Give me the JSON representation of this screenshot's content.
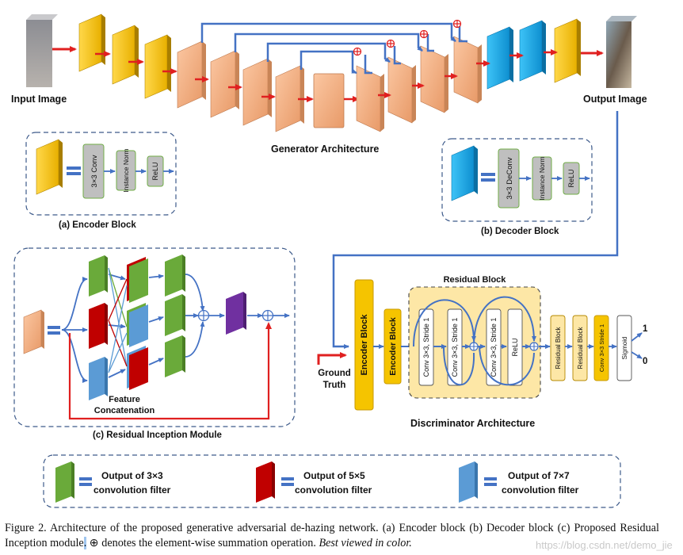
{
  "generator": {
    "input_label": "Input Image",
    "output_label": "Output Image",
    "title": "Generator Architecture"
  },
  "encoder_block": {
    "op1": "3×3 Conv",
    "op2": "Instance Norm",
    "op3": "ReLU",
    "caption": "(a) Encoder Block"
  },
  "decoder_block": {
    "op1": "3×3 DeConv",
    "op2": "Instance Norm",
    "op3": "ReLU",
    "caption": "(b) Decoder Block"
  },
  "inception": {
    "feature_concat_1": "Feature",
    "feature_concat_2": "Concatenation",
    "caption": "(c) Residual Inception Module"
  },
  "discriminator": {
    "ground_truth_1": "Ground",
    "ground_truth_2": "Truth",
    "encoder1": "Encoder Block",
    "encoder2": "Encoder Block",
    "residual_title": "Residual Block",
    "rb_conv1": "Conv 3×3, Stride 1",
    "rb_conv2": "Conv 3×3, Stride 1",
    "rb_conv3": "Conv 3×3, Stride 1",
    "rb_relu": "ReLU",
    "res1": "Residual Block",
    "res2": "Residual Block",
    "conv_final": "Conv 3×3 Stride 1",
    "sigmoid": "Sigmoid",
    "out1": "1",
    "out0": "0",
    "title": "Discriminator Architecture"
  },
  "legend": {
    "green_1": "Output of 3×3",
    "green_2": "convolution filter",
    "red_1": "Output of 5×5",
    "red_2": "convolution filter",
    "blue_1": "Output of 7×7",
    "blue_2": "convolution filter"
  },
  "caption": {
    "part1": "Figure 2. Architecture of the proposed generative adversarial de-hazing network.  (a) Encoder block (b) Decoder block (c) Proposed Residual Inception module",
    "highlight": ".",
    "part2": " denotes the element-wise summation operation.",
    "italic": "Best viewed in color."
  },
  "watermark": "https://blog.csdn.net/demo_jie",
  "colors": {
    "encoder": "#f5c400",
    "encoder_side": "#c99a00",
    "peach": "#f4b083",
    "peach_side": "#d68a5c",
    "decoder": "#1aa8e8",
    "green": "#6aaa3a",
    "red": "#c00000",
    "blue": "#5b9bd5",
    "purple": "#7030a0",
    "arrow_blue": "#4472c4",
    "arrow_red": "#e02020"
  }
}
